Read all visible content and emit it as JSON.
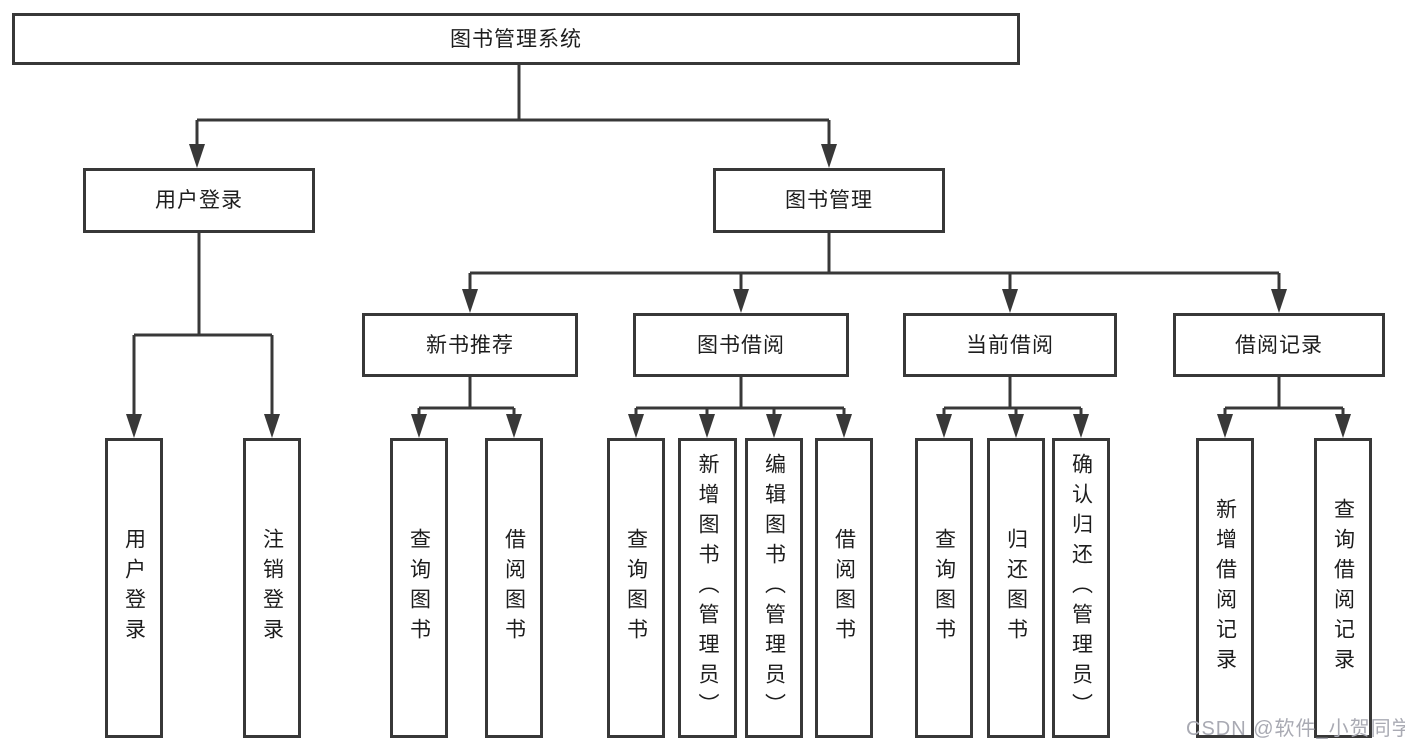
{
  "diagram_type": "hierarchy-diagram",
  "tree": {
    "label": "图书管理系统",
    "children": [
      {
        "label": "用户登录",
        "children": [
          {
            "label": "用户登录"
          },
          {
            "label": "注销登录"
          }
        ]
      },
      {
        "label": "图书管理",
        "children": [
          {
            "label": "新书推荐",
            "children": [
              {
                "label": "查询图书"
              },
              {
                "label": "借阅图书"
              }
            ]
          },
          {
            "label": "图书借阅",
            "children": [
              {
                "label": "查询图书"
              },
              {
                "label": "新增图书（管理员）"
              },
              {
                "label": "编辑图书（管理员）"
              },
              {
                "label": "借阅图书"
              }
            ]
          },
          {
            "label": "当前借阅",
            "children": [
              {
                "label": "查询图书"
              },
              {
                "label": "归还图书"
              },
              {
                "label": "确认归还（管理员）"
              }
            ]
          },
          {
            "label": "借阅记录",
            "children": [
              {
                "label": "新增借阅记录"
              },
              {
                "label": "查询借阅记录"
              }
            ]
          }
        ]
      }
    ]
  },
  "watermark": {
    "text": "CSDN @软件_小贺同学"
  },
  "colors": {
    "line": "#383838",
    "box_border": "#383838",
    "text": "#1d1d1d",
    "background": "#ffffff",
    "watermark": "#a9aab3"
  }
}
